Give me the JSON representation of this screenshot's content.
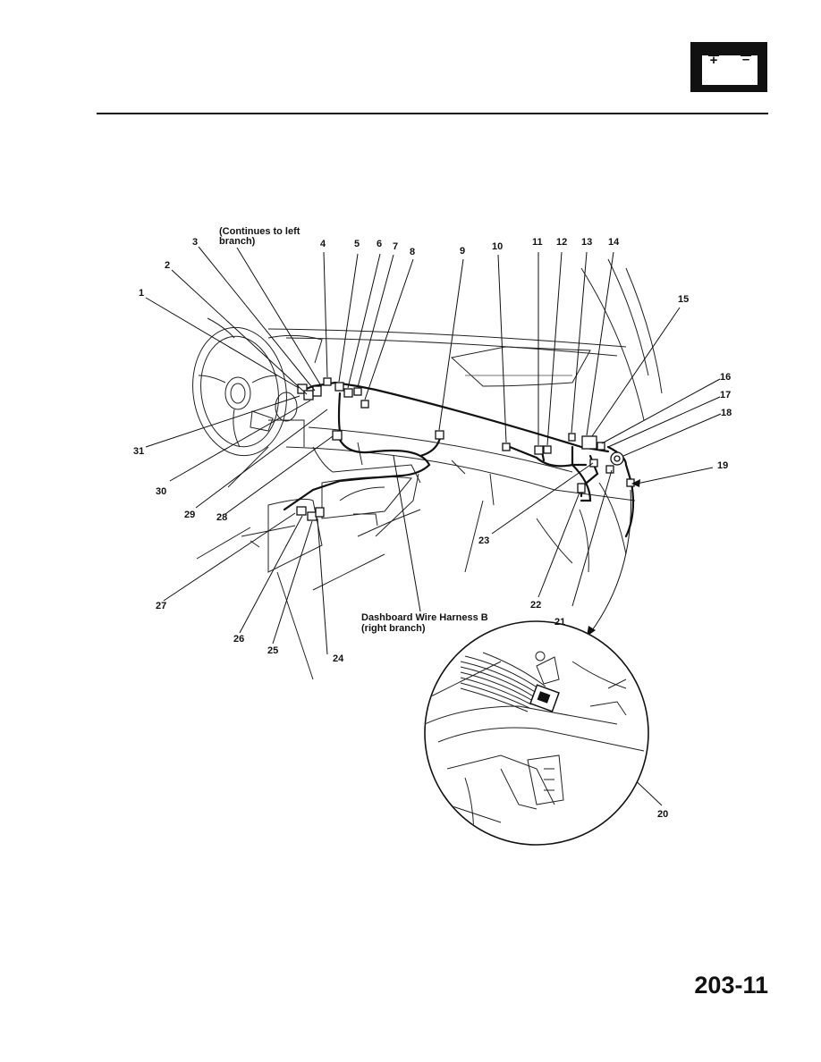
{
  "battery_symbol": {
    "plus": "+",
    "minus": "–",
    "color": "#111111"
  },
  "labels": {
    "continues": [
      "(Continues to left",
      "branch)"
    ],
    "harness": [
      "Dashboard Wire Harness B",
      "(right branch)"
    ]
  },
  "callouts": [
    "1",
    "2",
    "3",
    "4",
    "5",
    "6",
    "7",
    "8",
    "9",
    "10",
    "11",
    "12",
    "13",
    "14",
    "15",
    "16",
    "17",
    "18",
    "19",
    "20",
    "21",
    "22",
    "23",
    "24",
    "25",
    "26",
    "27",
    "28",
    "29",
    "30",
    "31"
  ],
  "page_number": "203-11"
}
